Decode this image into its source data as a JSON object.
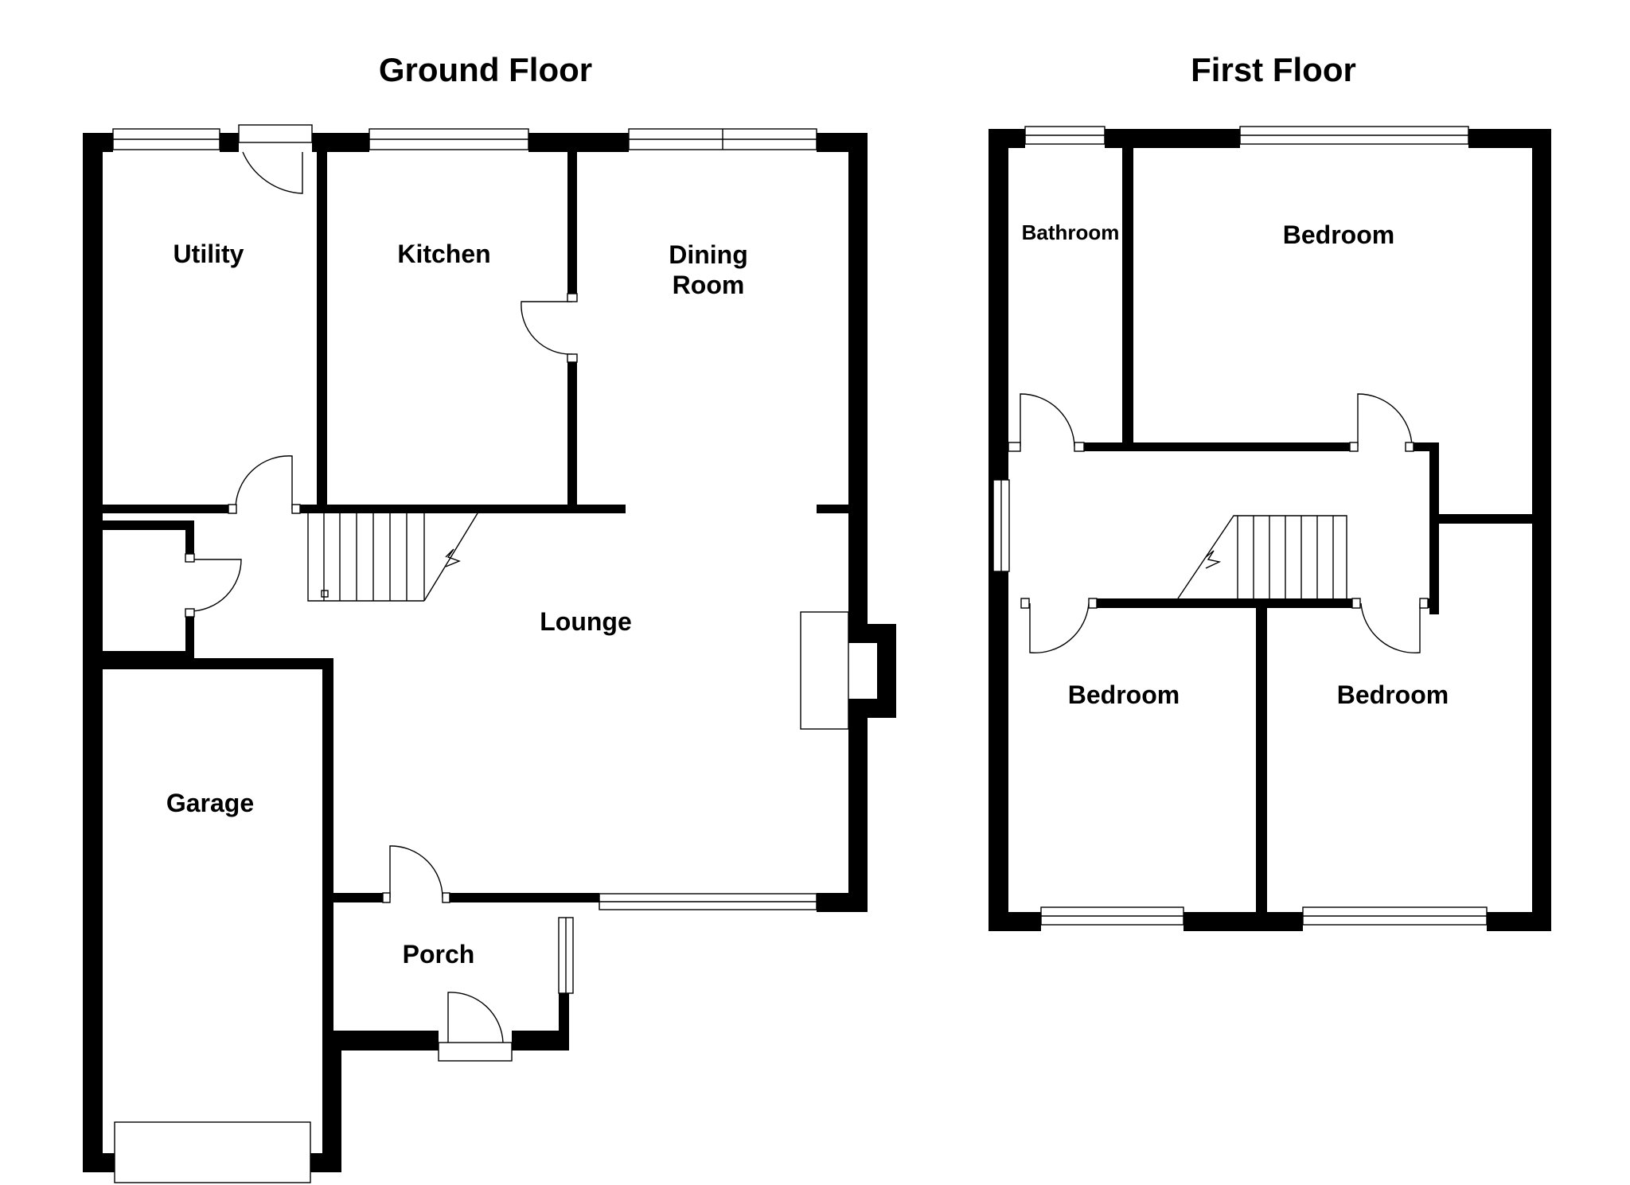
{
  "floors": {
    "ground": {
      "title": "Ground Floor",
      "rooms": {
        "utility": "Utility",
        "kitchen": "Kitchen",
        "dining_line1": "Dining",
        "dining_line2": "Room",
        "lounge": "Lounge",
        "garage": "Garage",
        "porch": "Porch"
      }
    },
    "first": {
      "title": "First Floor",
      "rooms": {
        "bathroom": "Bathroom",
        "bedroom_rear": "Bedroom",
        "bedroom_front_left": "Bedroom",
        "bedroom_front_right": "Bedroom"
      }
    }
  },
  "colors": {
    "wall": "#000000",
    "background": "#ffffff"
  }
}
